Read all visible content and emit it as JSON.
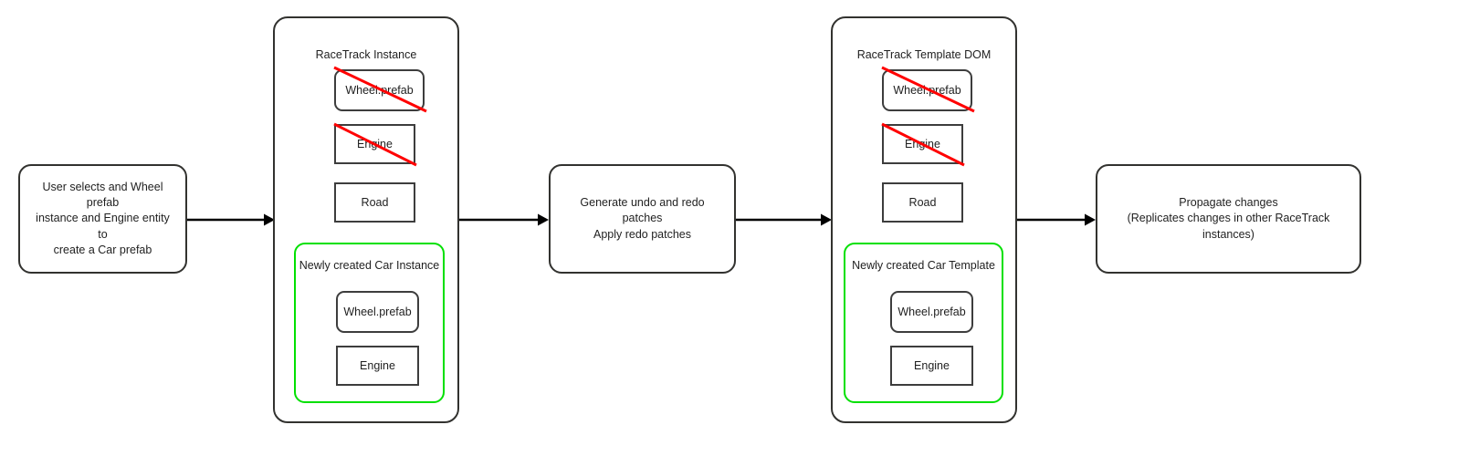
{
  "diagram": {
    "title": "Prefab creation flow across RaceTrack instance and template",
    "accent_green": "#00e000",
    "stroke_dark": "#32322f",
    "strike_red": "#ff0000"
  },
  "nodes": {
    "user_action": {
      "label": "User selects and Wheel prefab\ninstance and Engine entity to\ncreate a Car prefab"
    },
    "patches": {
      "label": "Generate undo and redo patches\nApply redo patches"
    },
    "propagate": {
      "label": "Propagate changes\n(Replicates changes in other RaceTrack instances)"
    }
  },
  "panels": [
    {
      "id": "racetrack-instance",
      "title": "RaceTrack Instance",
      "parts": [
        {
          "label": "Wheel.prefab",
          "shape": "rounded",
          "struck": true
        },
        {
          "label": "Engine",
          "shape": "square",
          "struck": true
        },
        {
          "label": "Road",
          "shape": "square",
          "struck": false
        }
      ],
      "group": {
        "title": "Newly created Car Instance",
        "parts": [
          {
            "label": "Wheel.prefab",
            "shape": "rounded",
            "struck": false
          },
          {
            "label": "Engine",
            "shape": "square",
            "struck": false
          }
        ]
      }
    },
    {
      "id": "racetrack-template-dom",
      "title": "RaceTrack Template DOM",
      "parts": [
        {
          "label": "Wheel.prefab",
          "shape": "rounded",
          "struck": true
        },
        {
          "label": "Engine",
          "shape": "square",
          "struck": true
        },
        {
          "label": "Road",
          "shape": "square",
          "struck": false
        }
      ],
      "group": {
        "title": "Newly created Car Template",
        "parts": [
          {
            "label": "Wheel.prefab",
            "shape": "rounded",
            "struck": false
          },
          {
            "label": "Engine",
            "shape": "square",
            "struck": false
          }
        ]
      }
    }
  ],
  "connectors": [
    {
      "id": "arrow-user-to-instance",
      "from": "user_action",
      "to": "racetrack-instance"
    },
    {
      "id": "arrow-instance-to-patches",
      "from": "racetrack-instance",
      "to": "patches"
    },
    {
      "id": "arrow-patches-to-template",
      "from": "patches",
      "to": "racetrack-template-dom"
    },
    {
      "id": "arrow-template-to-propagate",
      "from": "racetrack-template-dom",
      "to": "propagate"
    }
  ]
}
